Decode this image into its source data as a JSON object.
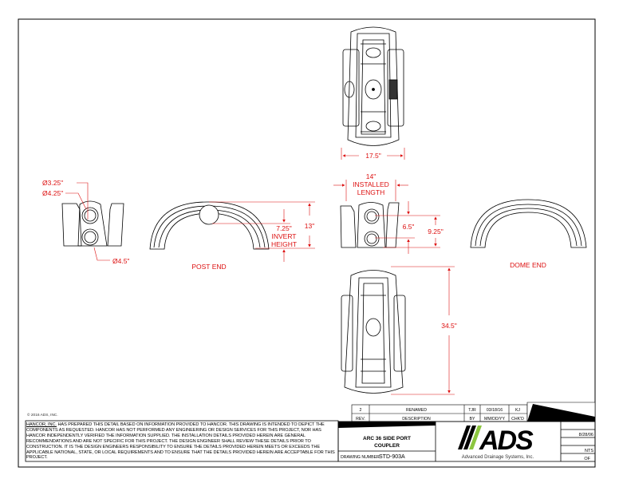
{
  "views": {
    "post_end_label": "POST END",
    "dome_end_label": "DOME END"
  },
  "dimensions": {
    "width_top": "17.5\"",
    "installed_length_value": "14\"",
    "installed_length_l1": "INSTALLED",
    "installed_length_l2": "LENGTH",
    "port_small": "Ø3.25\"",
    "port_mid": "Ø4.25\"",
    "port_large": "Ø4.5\"",
    "invert_value": "7.25\"",
    "invert_l1": "INVERT",
    "invert_l2": "HEIGHT",
    "height": "13\"",
    "port_spacing": "6.5\"",
    "port_top_height": "9.25\"",
    "length_bottom": "34.5\""
  },
  "copyright": "© 2016 ADS, INC.",
  "disclaimer": {
    "company": "HANCOR, INC.",
    "text": " HAS PREPARED THIS DETAIL BASED ON INFORMATION PROVIDED TO HANCOR.  THIS DRAWING IS INTENDED TO DEPICT THE COMPONENTS AS REQUESTED.  HANCOR HAS NOT PERFORMED ANY ENGINEERING OR DESIGN SERVICES FOR THIS PROJECT, NOR HAS HANCOR INDEPENDENTLY VERIFIED THE INFORMATION SUPPLIED.  THE INSTALLATION DETAILS PROVIDED HEREIN ARE GENERAL RECOMMENDATIONS AND ARE NOT SPECIFIC FOR THIS PROJECT.  THE DESIGN ENGINEER SHALL REVIEW THESE DETAILS PRIOR TO CONSTRUCTION.  IT IS THE DESIGN ENGINEERS RESPONSIBILITY TO ENSURE THE DETAILS PROVIDED HEREIN MEETS OR EXCEEDS THE APPLICABLE NATIONAL, STATE, OR LOCAL REQUIREMENTS AND TO ENSURE THAT THE DETAILS PROVIDED HEREIN ARE ACCEPTABLE FOR THIS PROJECT."
  },
  "revision_table": {
    "row": {
      "rev": "2",
      "description": "RENAMED",
      "by": "TJR",
      "date": "03/18/16",
      "chkd": "KJ"
    },
    "headers": {
      "rev": "REV.",
      "description": "DESCRIPTION",
      "by": "BY",
      "date": "MM/DD/YY",
      "chkd": "CHK'D"
    }
  },
  "title_block": {
    "title_l1": "ARC 36 SIDE PORT",
    "title_l2": "COUPLER",
    "drawing_number_label": "DRAWING NUMBER:",
    "drawing_number": "STD-903A",
    "logo_text": "ADS",
    "company_name": "Advanced Drainage Systems, Inc.",
    "date": "8/28/06",
    "scale": "NTS",
    "sheet": "OF"
  },
  "colors": {
    "dimension": "#dd1111",
    "logo_green": "#8cc63f",
    "line": "#000000"
  }
}
